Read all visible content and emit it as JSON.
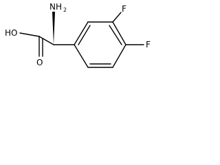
{
  "molecule": {
    "atoms": {
      "amine": {
        "symbol": "NH",
        "subscript": "2"
      },
      "hydroxyl": {
        "symbol": "HO"
      },
      "carbonyl_oxygen": {
        "symbol": "O"
      },
      "fluorine_meta": {
        "symbol": "F"
      },
      "fluorine_para": {
        "symbol": "F"
      }
    },
    "colors": {
      "bond": "#000000",
      "label": "#000000",
      "background": "#ffffff"
    }
  }
}
